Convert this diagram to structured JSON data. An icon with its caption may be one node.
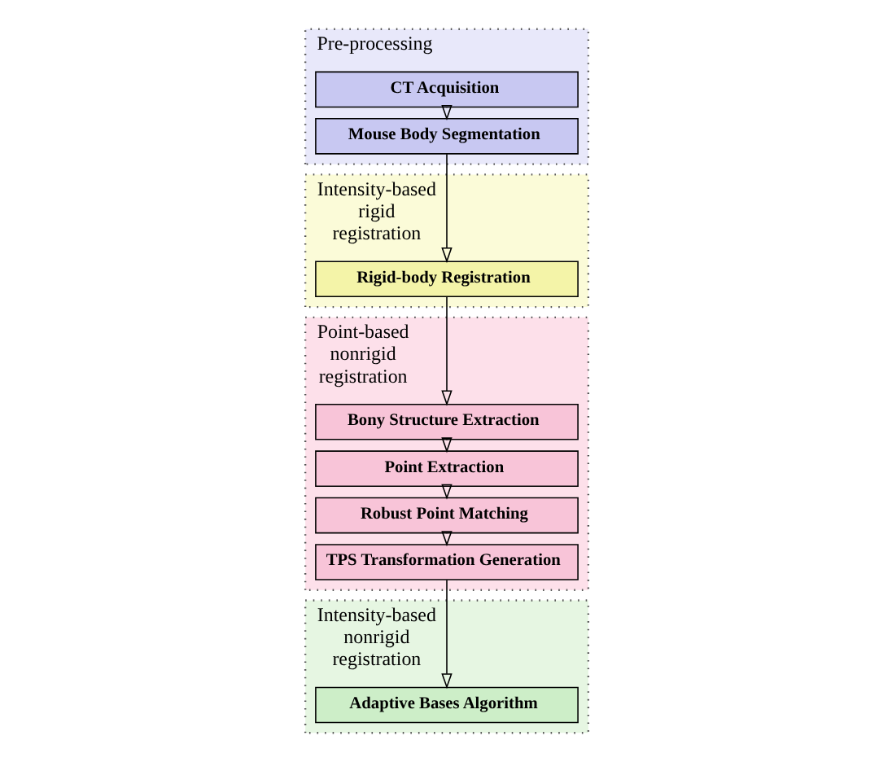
{
  "diagram": {
    "nodes": [
      {
        "text": [
          "Pre-processing"
        ]
      },
      {
        "text": [
          "CT Acquisition"
        ],
        "in": 0
      },
      {
        "text": [
          "Mouse Body Segmentation"
        ],
        "in": 0
      },
      {
        "text": [
          "Intensity-based rigid registration"
        ]
      },
      {
        "text": [
          "Rigid-body Registration"
        ],
        "in": 3
      },
      {
        "text": [
          "Point-based nonrigid registration"
        ]
      },
      {
        "text": [
          "Bony Structure Extraction"
        ],
        "in": 5
      },
      {
        "text": [
          "Point Extraction"
        ],
        "in": 5
      },
      {
        "text": [
          "Robust Point Matching"
        ],
        "in": 5
      },
      {
        "text": [
          "TPS Transformation Generation"
        ],
        "in": 5
      },
      {
        "text": [
          "Intensity-based nonrigid registration"
        ]
      },
      {
        "text": [
          "Adaptive Bases Algorithm"
        ],
        "in": 10
      }
    ],
    "edges": [
      {
        "from": 1,
        "to": 2,
        "arrow": "to"
      },
      {
        "from": 2,
        "to": 4,
        "arrow": "to"
      },
      {
        "from": 4,
        "to": 6,
        "arrow": "to"
      },
      {
        "from": 6,
        "to": 7,
        "arrow": "to"
      },
      {
        "from": 7,
        "to": 8,
        "arrow": "to"
      },
      {
        "from": 8,
        "to": 9,
        "arrow": "to"
      },
      {
        "from": 9,
        "to": 11,
        "arrow": "to"
      }
    ]
  }
}
